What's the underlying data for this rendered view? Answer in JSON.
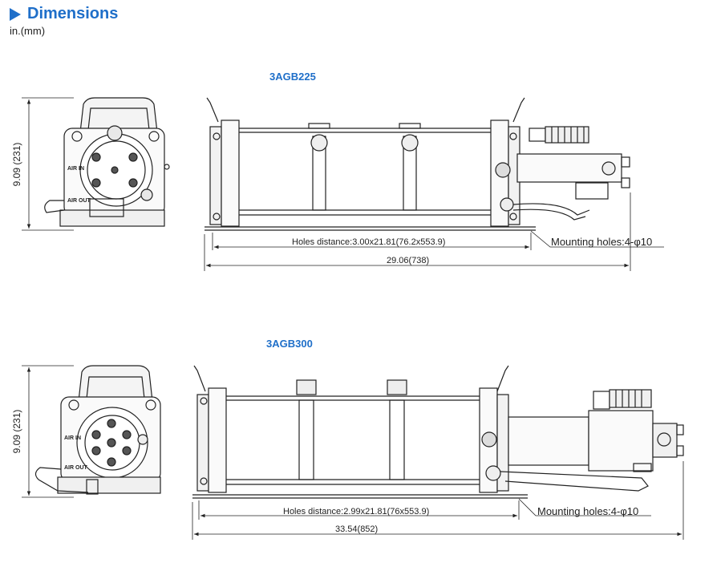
{
  "header": {
    "title": "Dimensions",
    "units": "in.(mm)"
  },
  "accent_color": "#1f6fc9",
  "views": [
    {
      "model": "3AGB225",
      "height_label": "9.09  (231)",
      "front_labels": {
        "air_in": "AIR IN",
        "air_out": "AIR OUT"
      },
      "holes_distance": "Holes distance:3.00x21.81(76.2x553.9)",
      "overall_length": "29.06(738)",
      "mounting_holes": "Mounting holes:4-φ10"
    },
    {
      "model": "3AGB300",
      "height_label": "9.09  (231)",
      "front_labels": {
        "air_in": "AIR IN",
        "air_out": "AIR OUT"
      },
      "holes_distance": "Holes distance:2.99x21.81(76x553.9)",
      "overall_length": "33.54(852)",
      "mounting_holes": "Mounting holes:4-φ10"
    }
  ]
}
